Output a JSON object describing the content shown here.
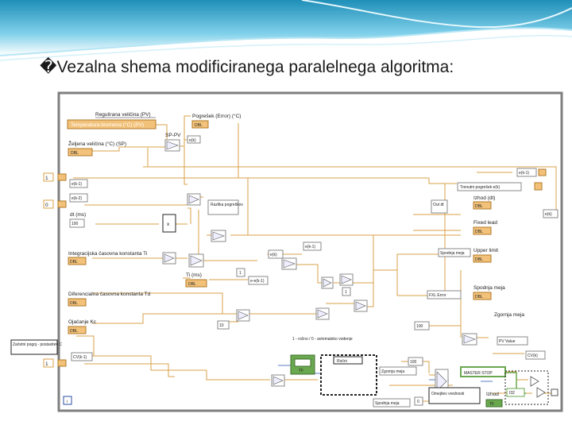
{
  "slide": {
    "title": "Vezalna shema modificiranega paralelnega algoritma:",
    "bullet_glyph": "�"
  },
  "colors": {
    "wire": "#d9a24a",
    "frame": "#7f7f7f",
    "header_blue": "#5bb7d6",
    "control": "#f3c27a",
    "green": "#6aa84f"
  },
  "diagram": {
    "labels": {
      "reguliana": "Regulirana veličina (PV)",
      "temperatura": "Temperatura bremena (°C) (PV)",
      "pogresek": "Pogrešek (Error) (°C)",
      "spv": "SP-PV",
      "zeljena": "Željena veličina (°C) (SP)",
      "ek_top": "e(k)",
      "ek1_right": "e(k-1)",
      "ek_minus1": "e(k-1)",
      "ek_minus2": "e(k-2)",
      "trenutni": "Trenutni pogrešek e(k)",
      "razlika": "Razlika pogreškov",
      "dt_ms": "dt (ms)",
      "c100_a": "100",
      "integracijska": "Integracijska časovna konstanta Ti",
      "ti_ms": "Ti (ms)",
      "diferencialna": "Diferencialna časovna konstanta Td",
      "ojacanje": "Ojačanje Kc",
      "zacetni": "Začetni pogoj - postavitev C",
      "cv_left": "CV(k-1)",
      "c10": "10",
      "c100_b": "100",
      "izhod_dt": "Izhod (dt)",
      "out_dbl": "Out dt",
      "spodnja_top": "Spodnja meja",
      "zgornja_top": "Zgornja meja",
      "spodnja_mid": "Spodnja meja",
      "fixed_large": "Fixed lead",
      "upper_limit": "Upper limit",
      "ixl_err": "FXL Error",
      "pv_value": "PV Value",
      "cv_right": "CV(k)",
      "avtomatsko": "1 - ročno / 0 - avtomatsko vodenje",
      "rocni": "Ročni",
      "c100_c": "100",
      "zgornja_bottom": "Zgornja meja",
      "spodnja_bottom": "Spodnja meja",
      "omejitev": "Omejitev vrednosti",
      "master_stop": "MASTER STOP",
      "izhod": "Izhod",
      "dt": "dt",
      "x_sym": "x",
      "one_sym": "1",
      "zero_sym": "0",
      "ee1": "e-e(k-1)",
      "ek1_box": "e(k-1)",
      "dbl": "DBL",
      "tf": "TF",
      "i32": "I32",
      "i_icon": "i"
    }
  }
}
